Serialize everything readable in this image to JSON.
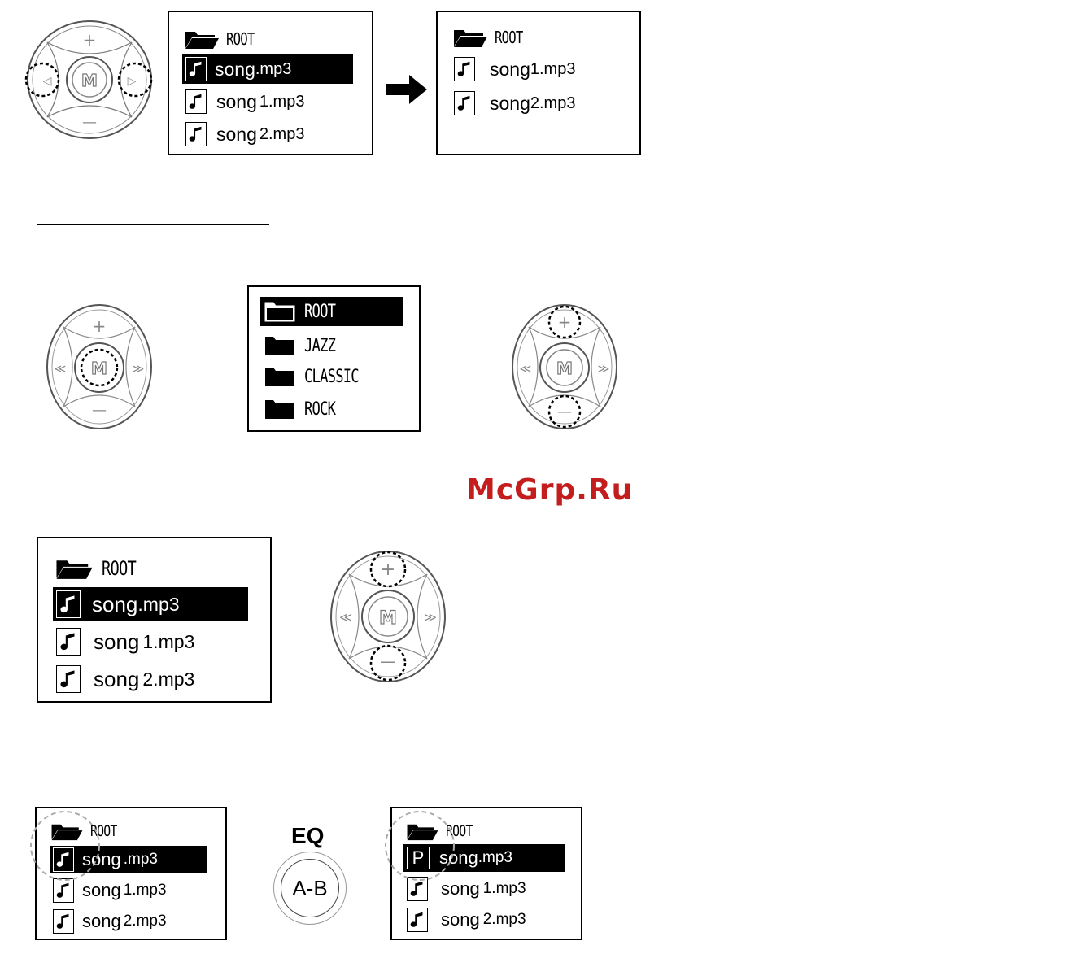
{
  "diagram1": {
    "screen_before": {
      "root": "ROOT",
      "items": [
        {
          "base": "song",
          "ext": ".mp3",
          "selected": true
        },
        {
          "base": "song",
          "ext": "1.mp3",
          "selected": false
        },
        {
          "base": "song",
          "ext": "2.mp3",
          "selected": false
        }
      ]
    },
    "screen_after": {
      "root": "ROOT",
      "items": [
        {
          "base": "song",
          "ext": "1.mp3"
        },
        {
          "base": "song",
          "ext": "2.mp3"
        }
      ]
    }
  },
  "folder_screen": {
    "items": [
      "ROOT",
      "JAZZ",
      "CLASSIC",
      "ROCK"
    ]
  },
  "screen3": {
    "root": "ROOT",
    "items": [
      {
        "base": "song",
        "ext": ".mp3",
        "selected": true
      },
      {
        "base": "song",
        "ext": "1.mp3",
        "selected": false
      },
      {
        "base": "song",
        "ext": "2.mp3",
        "selected": false
      }
    ]
  },
  "screen4_left": {
    "root": "ROOT",
    "items": [
      {
        "base": "song",
        "ext": ".mp3",
        "selected": true
      },
      {
        "base": "song",
        "ext": "1.mp3",
        "selected": false
      },
      {
        "base": "song",
        "ext": "2.mp3",
        "selected": false
      }
    ]
  },
  "screen4_right": {
    "root": "ROOT",
    "items": [
      {
        "base": "song",
        "ext": ".mp3",
        "selected": true,
        "marker": "P"
      },
      {
        "base": "song",
        "ext": "1.mp3",
        "selected": false
      },
      {
        "base": "song",
        "ext": "2.mp3",
        "selected": false
      }
    ]
  },
  "eq_button": {
    "label": "EQ",
    "button_text": "A-B"
  },
  "dial": {
    "center": "M",
    "plus": "+",
    "minus": "—",
    "prev": "◁",
    "next": "▷",
    "rew": "≪",
    "fwd": "≫"
  },
  "watermark": "McGrp.Ru"
}
